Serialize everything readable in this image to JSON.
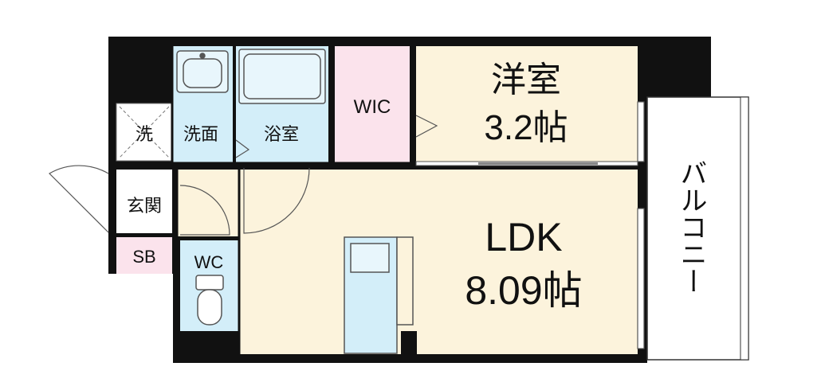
{
  "rooms": {
    "western_room": {
      "name": "洋室",
      "size": "3.2帖"
    },
    "ldk": {
      "name": "LDK",
      "size": "8.09帖"
    },
    "wic": "WIC",
    "bathroom": "浴室",
    "washroom": "洗面",
    "laundry": "洗",
    "entrance": "玄関",
    "shoe_box": "SB",
    "toilet": "WC",
    "balcony": "バルコニー"
  },
  "colors": {
    "wall": "#111111",
    "room_fill": "#fcf3dc",
    "wet_area_fill": "#d3eef9",
    "wic_fill": "#fbe3ec",
    "shoe_box_fill": "#fbe3ec",
    "entrance_fill": "#ffffff"
  }
}
